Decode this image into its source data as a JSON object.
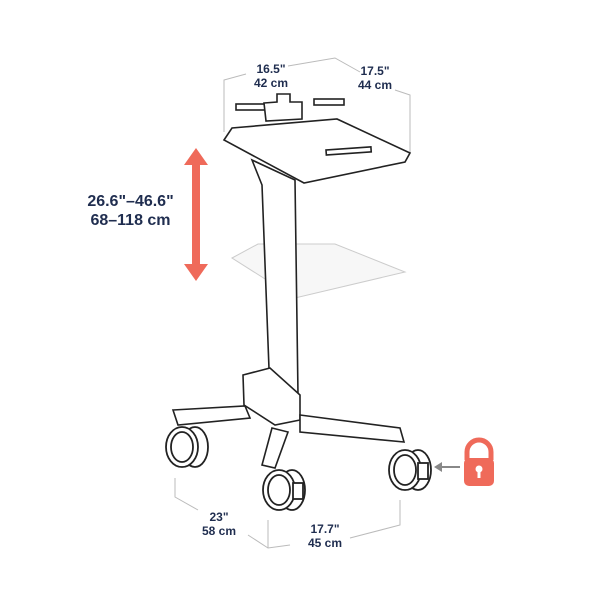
{
  "dimensions": {
    "width_top": {
      "inches": "16.5\"",
      "cm": "42 cm"
    },
    "depth_top": {
      "inches": "17.5\"",
      "cm": "44 cm"
    },
    "height_range": {
      "inches": "26.6\"–46.6\"",
      "cm": "68–118 cm"
    },
    "base_depth": {
      "inches": "23\"",
      "cm": "58 cm"
    },
    "base_width": {
      "inches": "17.7\"",
      "cm": "45 cm"
    }
  },
  "icons": {
    "height_arrow": "double-arrow-vertical",
    "lock": "padlock-icon",
    "pointer": "arrow-left-icon"
  },
  "colors": {
    "text": "#1f2d4f",
    "accent": "#ef6a5a",
    "line": "#222222",
    "guide": "#bbbbbb"
  }
}
